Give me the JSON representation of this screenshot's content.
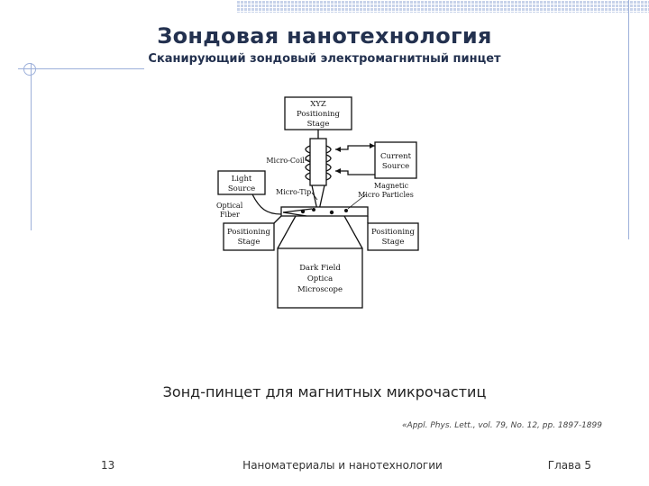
{
  "title": "Зондовая нанотехнология",
  "subtitle": "Сканирующий зондовый электромагнитный пинцет",
  "figure": {
    "xyz_stage": [
      "XYZ",
      "Positioning",
      "Stage"
    ],
    "micro_coil": "Micro-Coil",
    "current_source": [
      "Current",
      "Source"
    ],
    "light_source": [
      "Light",
      "Source"
    ],
    "micro_tip": "Micro-Tip",
    "magnetic_particles": [
      "Magnetic",
      "Micro Particles"
    ],
    "optical_fiber": [
      "Optical",
      "Fiber"
    ],
    "left_stage": [
      "Positioning",
      "Stage"
    ],
    "right_stage": [
      "Positioning",
      "Stage"
    ],
    "microscope": [
      "Dark Field",
      "Optica",
      "Microscope"
    ]
  },
  "caption": "Зонд-пинцет для магнитных микрочастиц",
  "reference": "«Appl. Phys. Lett., vol. 79, No. 12, pp. 1897-1899",
  "footer": {
    "page_number": "13",
    "course": "Наноматериалы и нанотехнологии",
    "chapter": "Глава 5"
  }
}
